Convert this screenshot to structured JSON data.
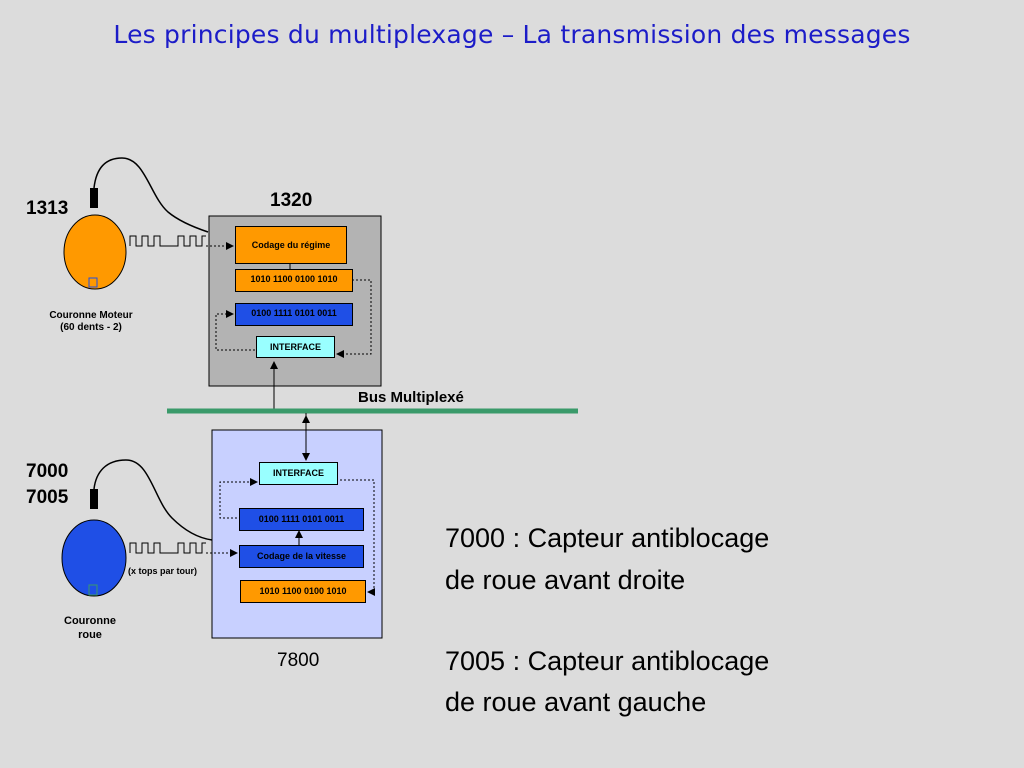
{
  "title": "Les principes du multiplexage – La transmission des messages",
  "colors": {
    "title": "#1c1cc8",
    "bus": "#3a9a6a",
    "ecu_top": "#b3b3b3",
    "ecu_bottom": "#c8d0ff",
    "orange": "#ff9900",
    "blue": "#1f4fe6",
    "cyan": "#99ffff"
  },
  "top": {
    "sensor_code": "1313",
    "ecu_code": "1320",
    "wheel_label": "Couronne Moteur\n(60 dents - 2)",
    "box_coding": "Codage du régime",
    "box_bits1": "1010 1100 0100 1010",
    "box_bits2": "0100 1111 0101 0011",
    "box_interface": "INTERFACE"
  },
  "bus_label": "Bus Multiplexé",
  "bottom": {
    "sensor_code_1": "7000",
    "sensor_code_2": "7005",
    "ecu_code": "7800",
    "wheel_label": "Couronne\nroue",
    "tops_label": "(x  tops par tour)",
    "box_interface": "INTERFACE",
    "box_bits1": "0100 1111 0101 0011",
    "box_coding": "Codage de la vitesse",
    "box_bits2": "1010 1100 0100 1010"
  },
  "notes": {
    "line1": "7000 : Capteur antiblocage",
    "line2": "de roue avant droite",
    "line3": "7005 : Capteur antiblocage",
    "line4": "de roue avant gauche"
  }
}
